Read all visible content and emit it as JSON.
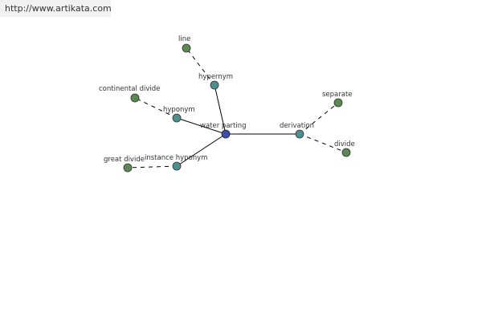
{
  "header": {
    "url": "http://www.artikata.com"
  },
  "colors": {
    "center_node": "#3b4ea8",
    "relation_node": "#4f8e8e",
    "leaf_node": "#5a8a52",
    "solid_edge": "#000000",
    "dashed_edge": "#000000"
  },
  "graph": {
    "center": {
      "label": "water parting"
    },
    "relations": {
      "hypernym": "hypernym",
      "hyponym": "hyponym",
      "instance_hyponym": "instance hyponym",
      "derivation": "derivation"
    },
    "leaves": {
      "line": "line",
      "continental_divide": "continental divide",
      "great_divide": "great divide",
      "separate": "separate",
      "divide": "divide"
    }
  }
}
